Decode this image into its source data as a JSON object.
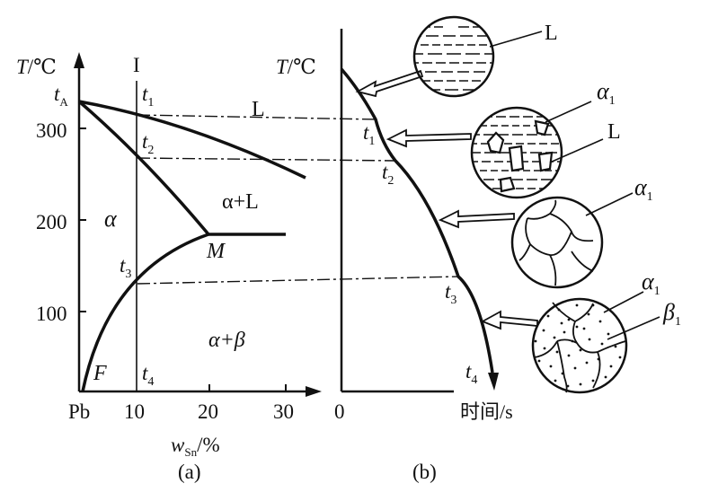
{
  "colors": {
    "ink": "#111111",
    "paper": "#ffffff"
  },
  "panel_a": {
    "y_axis_label_T": "T",
    "y_axis_label_unit": "/℃",
    "y_ticks": [
      "300",
      "200",
      "100"
    ],
    "x_ticks": [
      "Pb",
      "10",
      "20",
      "30"
    ],
    "x_axis_label_w": "w",
    "x_axis_label_sub": "Sn",
    "x_axis_label_unit": "/%",
    "alloy_marker": "I",
    "t_A_main": "t",
    "t_A_sub": "A",
    "t1_main": "t",
    "t1_sub": "1",
    "t2_main": "t",
    "t2_sub": "2",
    "t3_main": "t",
    "t3_sub": "3",
    "t4_main": "t",
    "t4_sub": "4",
    "region_L": "L",
    "region_alpha_L": "α+L",
    "region_alpha": "α",
    "region_alpha_beta": "α+β",
    "point_M": "M",
    "point_F": "F",
    "caption": "(a)"
  },
  "panel_b": {
    "y_axis_label_T": "T",
    "y_axis_label_unit": "/℃",
    "x_origin": "0",
    "x_axis_label": "时间/s",
    "t1_main": "t",
    "t1_sub": "1",
    "t2_main": "t",
    "t2_sub": "2",
    "t3_main": "t",
    "t3_sub": "3",
    "t4_main": "t",
    "t4_sub": "4",
    "micro1_label": "L",
    "micro2_label_alpha": "α",
    "micro2_label_alpha_sub": "1",
    "micro2_label_L": "L",
    "micro3_label_alpha": "α",
    "micro3_label_alpha_sub": "1",
    "micro4_label_alpha": "α",
    "micro4_label_alpha_sub": "1",
    "micro4_label_beta": "β",
    "micro4_label_beta_sub": "1",
    "caption": "(b)"
  }
}
